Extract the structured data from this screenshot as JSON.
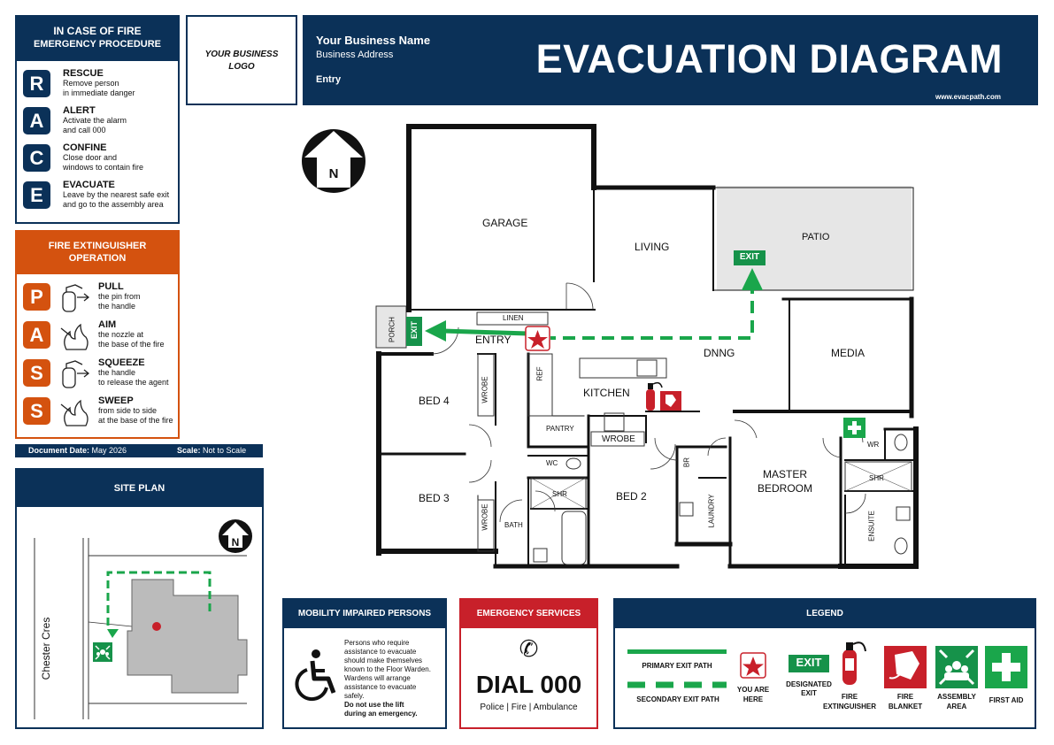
{
  "race": {
    "title": "IN CASE OF FIRE",
    "subtitle": "EMERGENCY PROCEDURE",
    "steps": [
      {
        "letter": "R",
        "title": "RESCUE",
        "line1": "Remove person",
        "line2": "in immediate danger"
      },
      {
        "letter": "A",
        "title": "ALERT",
        "line1": "Activate the alarm",
        "line2": "and call 000"
      },
      {
        "letter": "C",
        "title": "CONFINE",
        "line1": "Close door and",
        "line2": "windows to contain fire"
      },
      {
        "letter": "E",
        "title": "EVACUATE",
        "line1": "Leave by the nearest safe exit",
        "line2": "and go to the assembly area"
      }
    ]
  },
  "pass": {
    "title1": "FIRE EXTINGUISHER",
    "title2": "OPERATION",
    "steps": [
      {
        "letter": "P",
        "title": "PULL",
        "line1": "the pin from",
        "line2": "the handle"
      },
      {
        "letter": "A",
        "title": "AIM",
        "line1": "the nozzle at",
        "line2": "the base of the fire"
      },
      {
        "letter": "S",
        "title": "SQUEEZE",
        "line1": "the handle",
        "line2": "to release the agent"
      },
      {
        "letter": "S",
        "title": "SWEEP",
        "line1": "from side to side",
        "line2": "at the base of the fire"
      }
    ]
  },
  "doc": {
    "date_label": "Document Date:",
    "date_value": "May 2026",
    "scale_label": "Scale:",
    "scale_value": "Not to Scale"
  },
  "site": {
    "title": "SITE PLAN",
    "street": "Chester Cres",
    "north": "N"
  },
  "logo": {
    "line1": "YOUR BUSINESS",
    "line2": "LOGO"
  },
  "header": {
    "business_name": "Your Business Name",
    "business_address": "Business Address",
    "location": "Entry",
    "title": "EVACUATION DIAGRAM",
    "website": "www.evacpath.com"
  },
  "plan": {
    "north": "N",
    "rooms": {
      "garage": "GARAGE",
      "living": "LIVING",
      "patio": "PATIO",
      "porch": "PORCH",
      "linen": "LINEN",
      "entry": "ENTRY",
      "dnng": "DNNG",
      "media": "MEDIA",
      "ref": "REF",
      "kitchen": "KITCHEN",
      "bed4": "BED 4",
      "wrobe1": "WROBE",
      "pantry": "PANTRY",
      "wrobe2": "WROBE",
      "wc": "WC",
      "br": "BR",
      "master1": "MASTER",
      "master2": "BEDROOM",
      "wr": "WR",
      "shr1": "SHR",
      "shr2": "SHR",
      "bed3": "BED 3",
      "wrobe3": "WROBE",
      "bed2": "BED 2",
      "laundry": "LAUNDRY",
      "ensuite": "ENSUITE",
      "bath": "BATH"
    },
    "exit_label": "EXIT"
  },
  "mobility": {
    "title": "MOBILITY IMPAIRED PERSONS",
    "lines": [
      "Persons who require",
      "assistance to evacuate",
      "should make themselves",
      "known to the Floor Warden.",
      "Wardens will arrange",
      "assistance to evacuate",
      "safely."
    ],
    "bold1": "Do not use the lift",
    "bold2": "during an emergency."
  },
  "emergency": {
    "title": "EMERGENCY SERVICES",
    "dial": "DIAL 000",
    "services": "Police | Fire | Ambulance"
  },
  "legend": {
    "title": "LEGEND",
    "primary": "PRIMARY EXIT PATH",
    "secondary": "SECONDARY EXIT PATH",
    "you_are_here_1": "YOU ARE",
    "you_are_here_2": "HERE",
    "exit_sign": "EXIT",
    "designated_1": "DESIGNATED",
    "designated_2": "EXIT",
    "extinguisher_1": "FIRE",
    "extinguisher_2": "EXTINGUISHER",
    "blanket_1": "FIRE",
    "blanket_2": "BLANKET",
    "assembly_1": "ASSEMBLY",
    "assembly_2": "AREA",
    "first_aid": "FIRST AID"
  },
  "colors": {
    "navy": "#0b3158",
    "orange": "#d4520f",
    "red": "#c8202a",
    "green": "#1aa64b",
    "exit_green": "#16924a"
  }
}
